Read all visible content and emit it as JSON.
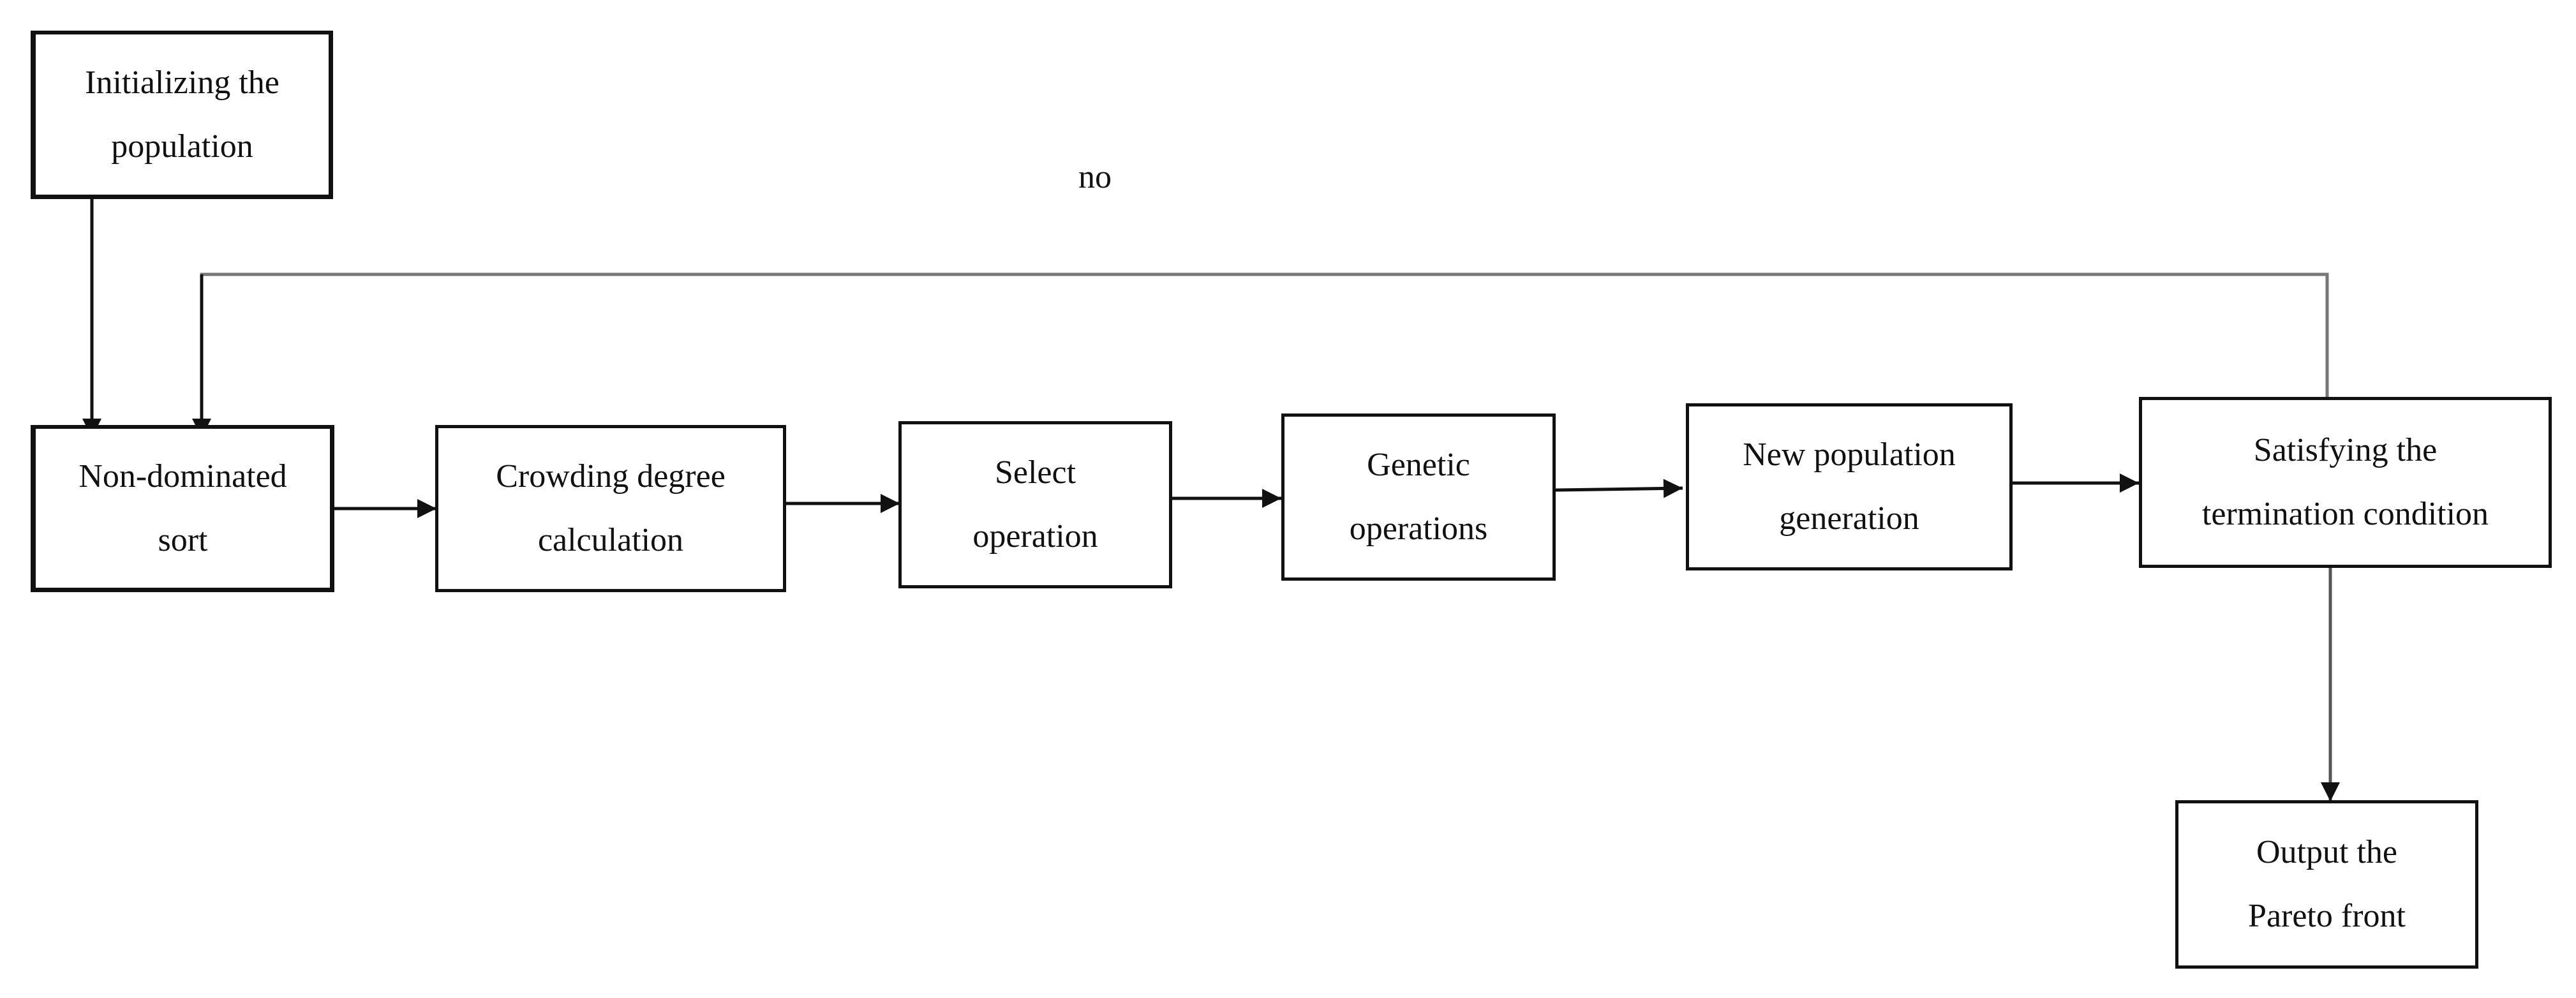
{
  "nodes": {
    "init": [
      "Initializing the",
      "population"
    ],
    "nondominated": [
      "Non-dominated",
      "sort"
    ],
    "crowding": [
      "Crowding degree",
      "calculation"
    ],
    "select": [
      "Select",
      "operation"
    ],
    "genetic": [
      "Genetic",
      "operations"
    ],
    "newpop": [
      "New population",
      "generation"
    ],
    "termination": [
      "Satisfying the",
      "termination condition"
    ],
    "output": [
      "Output the",
      "Pareto front"
    ]
  },
  "edge_labels": {
    "feedback": "no"
  }
}
